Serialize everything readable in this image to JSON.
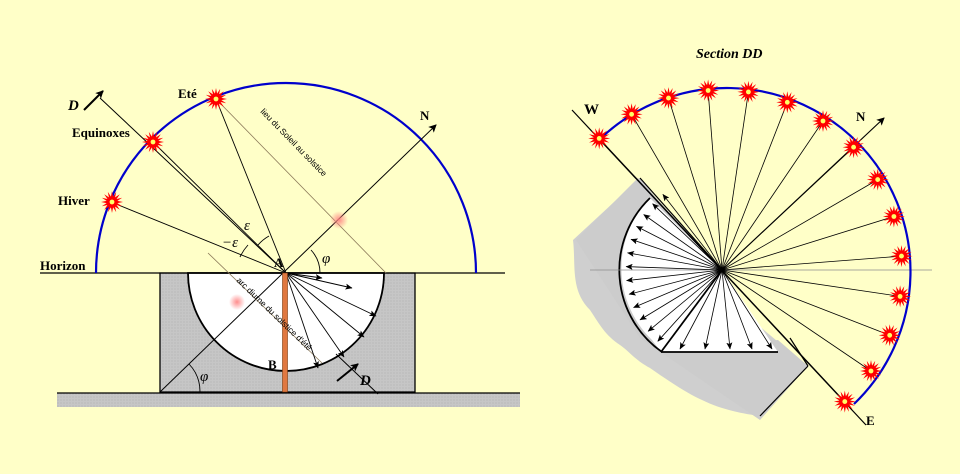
{
  "left": {
    "labels": {
      "d_top": "D",
      "ete": "Eté",
      "equinoxes": "Equinoxes",
      "hiver": "Hiver",
      "horizon": "Horizon",
      "n": "N",
      "a": "A",
      "b": "B",
      "d_bottom": "D",
      "epsilon_upper": "ε",
      "epsilon_lower": "−ε",
      "phi_upper": "φ",
      "phi_lower": "φ",
      "sun_locus": "lieu du Soleil au solstice",
      "summer_arc": "arc diurne du solstice d'été"
    }
  },
  "right": {
    "title": "Section DD",
    "labels": {
      "w": "W",
      "n": "N",
      "e": "E"
    }
  },
  "colors": {
    "background": "#ffffc8",
    "sky_arc": "#0000cc",
    "sun": "#ff0000",
    "sun_core": "#ffff66",
    "gnomon": "#e07840",
    "block": "#cccccc",
    "ground": "#d0d0d0"
  }
}
